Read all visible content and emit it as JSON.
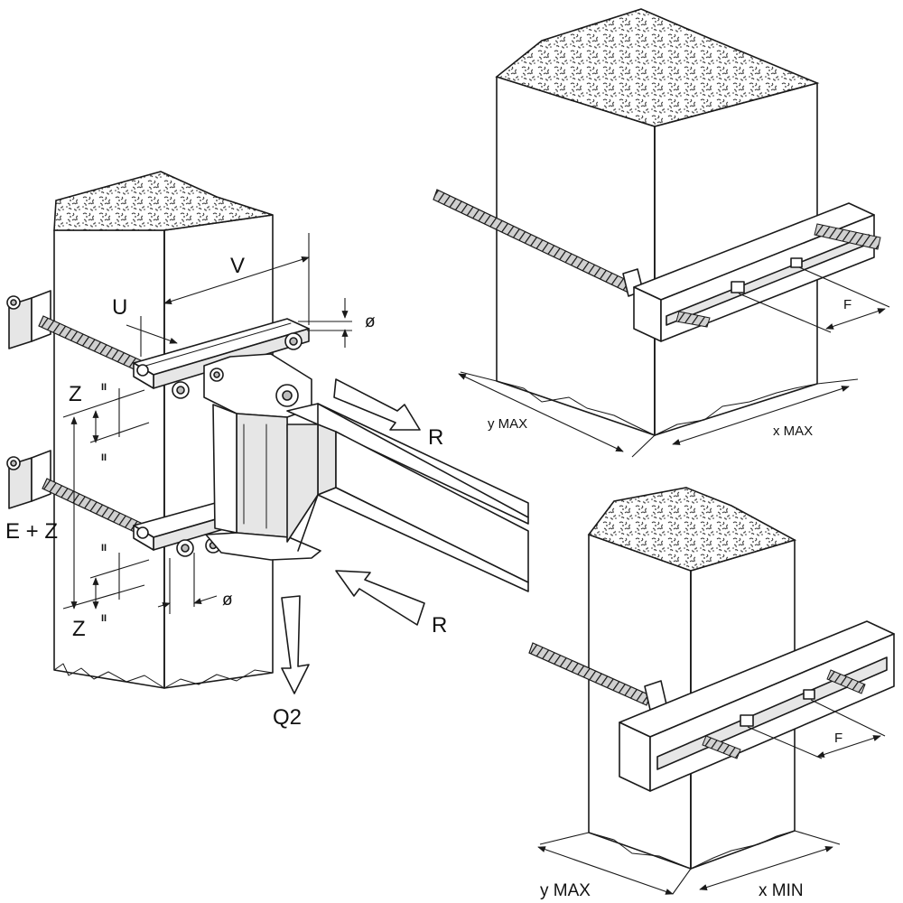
{
  "labels": {
    "left": {
      "v": "V",
      "u": "U",
      "dia_top": "ø",
      "z_top": "Z",
      "e_plus_z": "E + Z",
      "z_bottom": "Z",
      "tick_1": "II",
      "tick_2": "II",
      "tick_3": "II",
      "tick_4": "II",
      "dia_bottom": "ø",
      "r_top": "R",
      "r_bottom": "R",
      "q2": "Q2"
    },
    "top_right": {
      "f": "F",
      "y_max": "y MAX",
      "x_max": "x MAX"
    },
    "bottom_right": {
      "f": "F",
      "y_max": "y MAX",
      "x_min": "x MIN"
    }
  }
}
